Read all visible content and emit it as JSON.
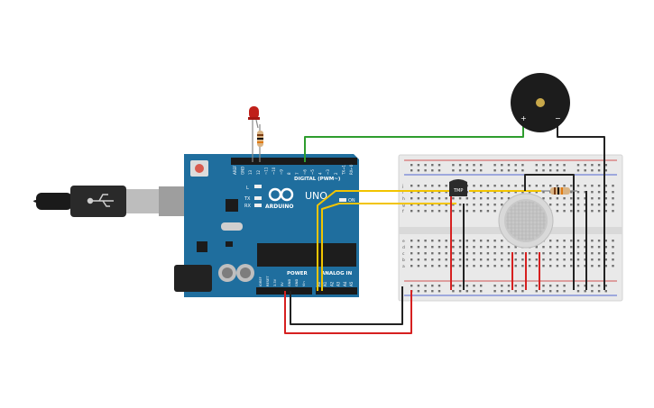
{
  "board": {
    "brand": "ARDUINO",
    "model": "UNO",
    "digital_label": "DIGITAL (PWM~)",
    "power_label": "POWER",
    "analog_label": "ANALOG IN",
    "on_label": "ON",
    "led_l": "L",
    "led_tx": "TX",
    "led_rx": "RX",
    "digital_pins": [
      "AREF",
      "GND",
      "13",
      "12",
      "~11",
      "~10",
      "~9",
      "8",
      "7",
      "~6",
      "~5",
      "4",
      "~3",
      "2",
      "TX→1",
      "RX←0"
    ],
    "power_pins": [
      "IOREF",
      "RESET",
      "3.3V",
      "5V",
      "GND",
      "GND",
      "Vin"
    ],
    "analog_pins": [
      "A0",
      "A1",
      "A2",
      "A3",
      "A4",
      "A5"
    ]
  },
  "buzzer": {
    "plus": "+",
    "minus": "−"
  },
  "sensor": {
    "label": "TMP"
  },
  "breadboard": {
    "row_letters_top": [
      "j",
      "i",
      "h",
      "g",
      "f"
    ],
    "row_letters_bottom": [
      "e",
      "d",
      "c",
      "b",
      "a"
    ]
  },
  "colors": {
    "board": "#1e6fa0",
    "breadboard": "#e8e8e8",
    "wire_green": "#2e9d2e",
    "wire_yellow": "#f2c400",
    "wire_red": "#d62020",
    "wire_black": "#222222",
    "led": "#c0201a"
  }
}
